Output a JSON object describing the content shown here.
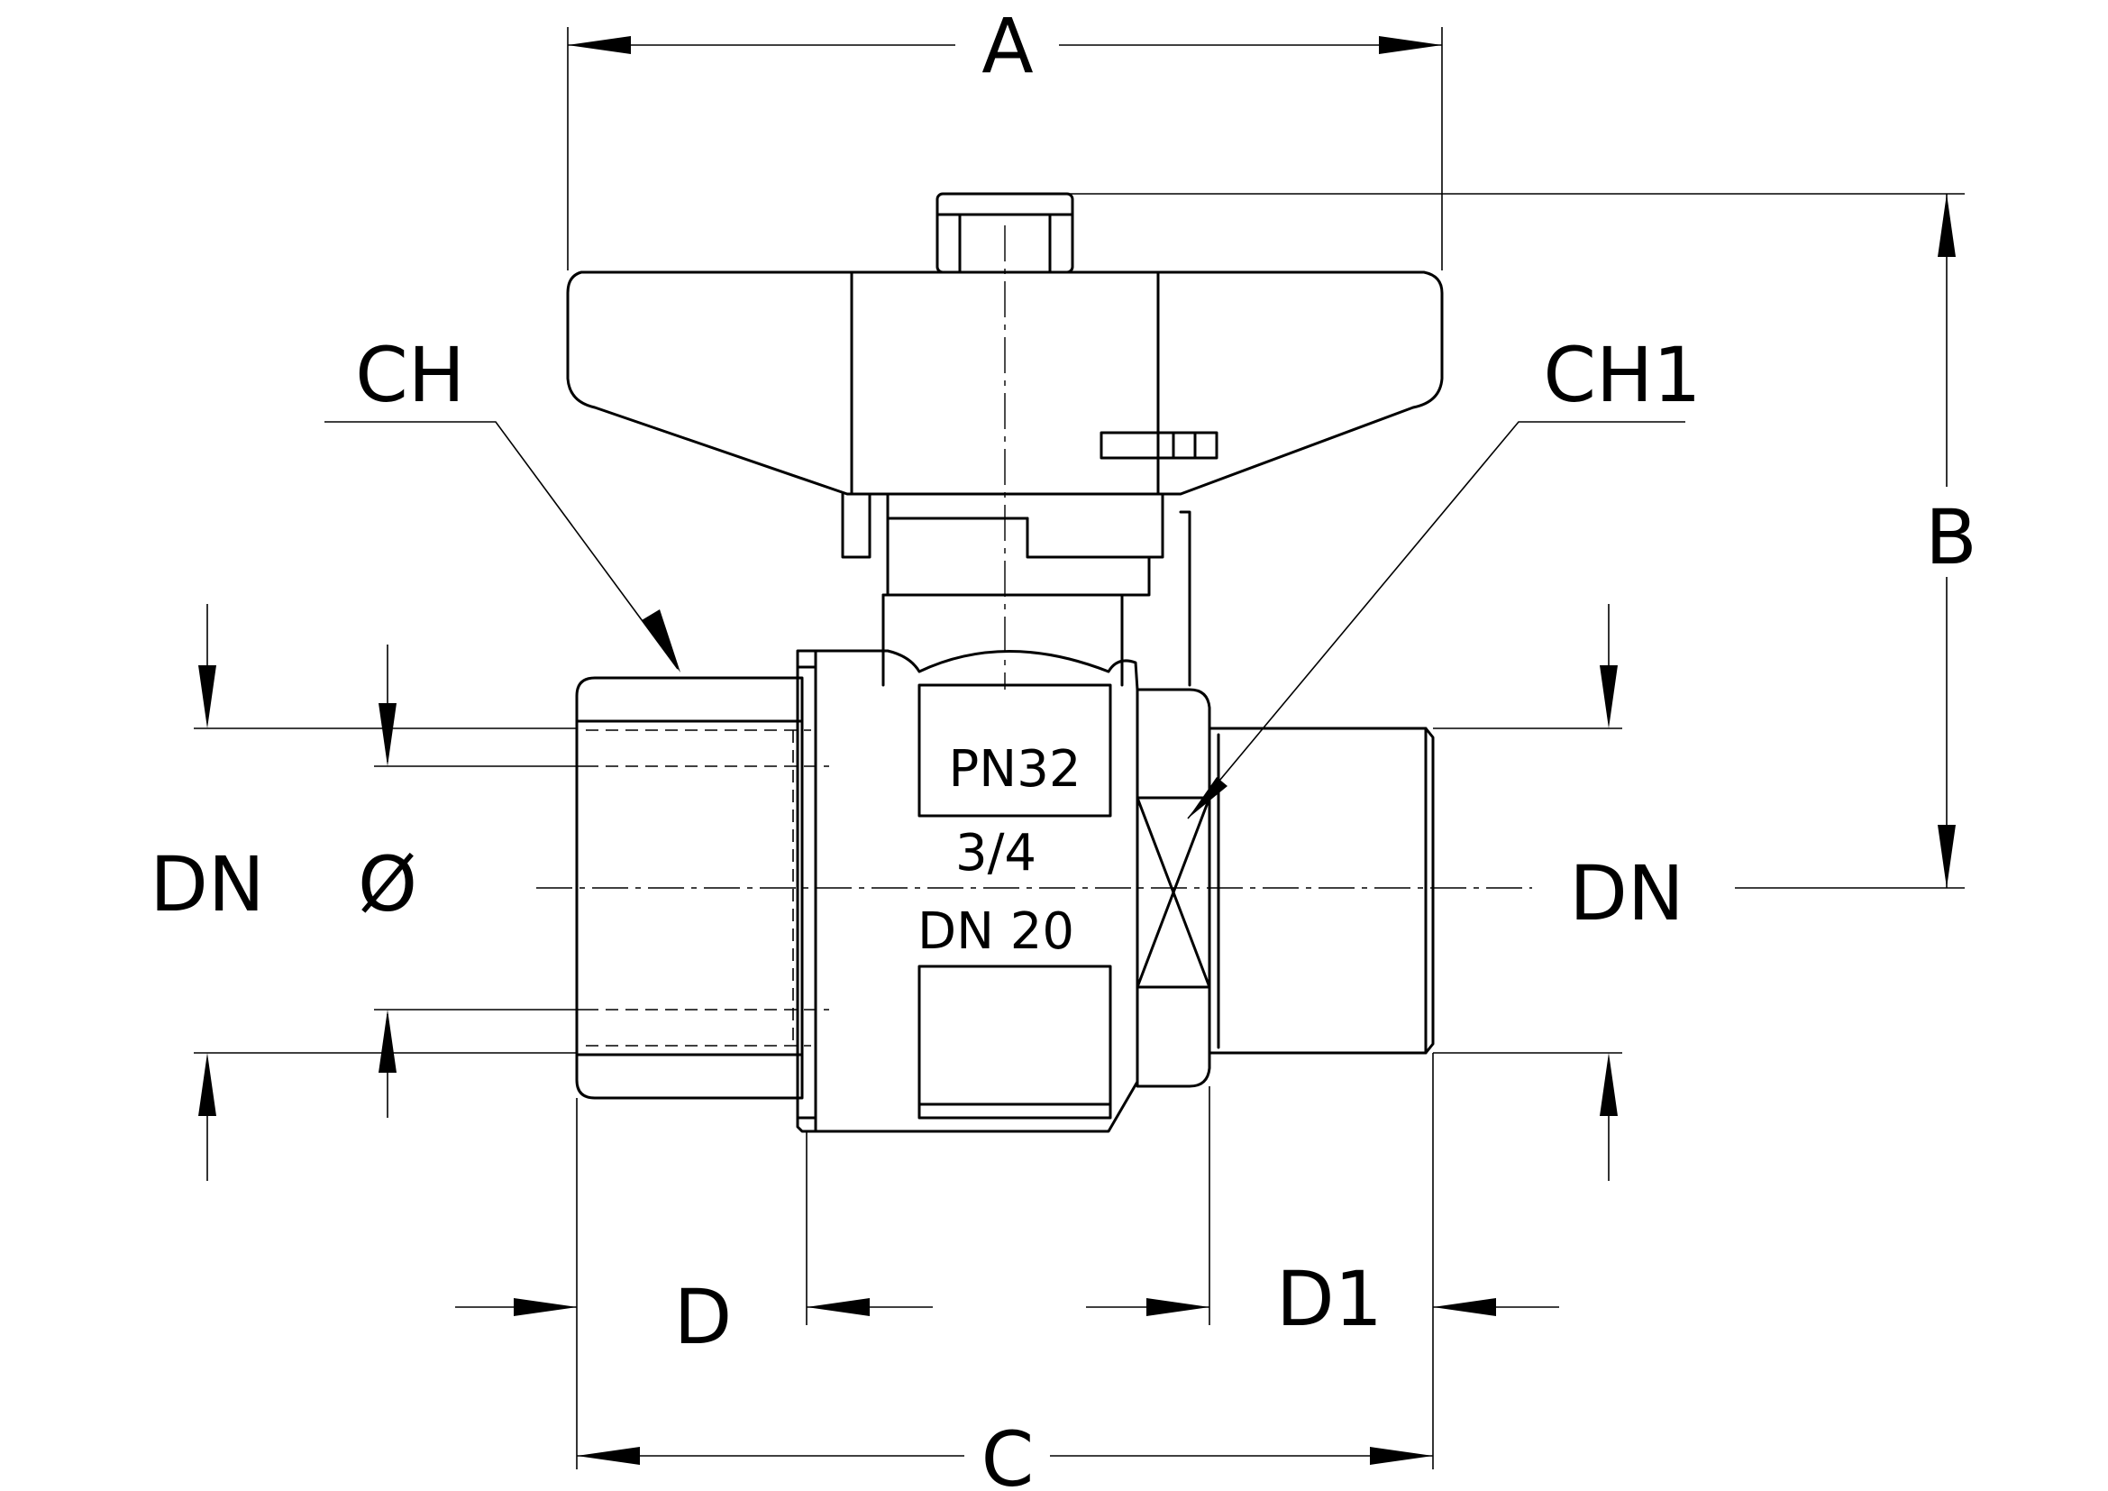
{
  "dimensions": {
    "A": "A",
    "B": "B",
    "C": "C",
    "D": "D",
    "D1": "D1",
    "CH": "CH",
    "CH1": "CH1",
    "DN_left": "DN",
    "DN_right": "DN",
    "diameter": "Ø"
  },
  "body_marking": {
    "pressure": "PN32",
    "size": "3/4",
    "nominal": "DN 20"
  }
}
